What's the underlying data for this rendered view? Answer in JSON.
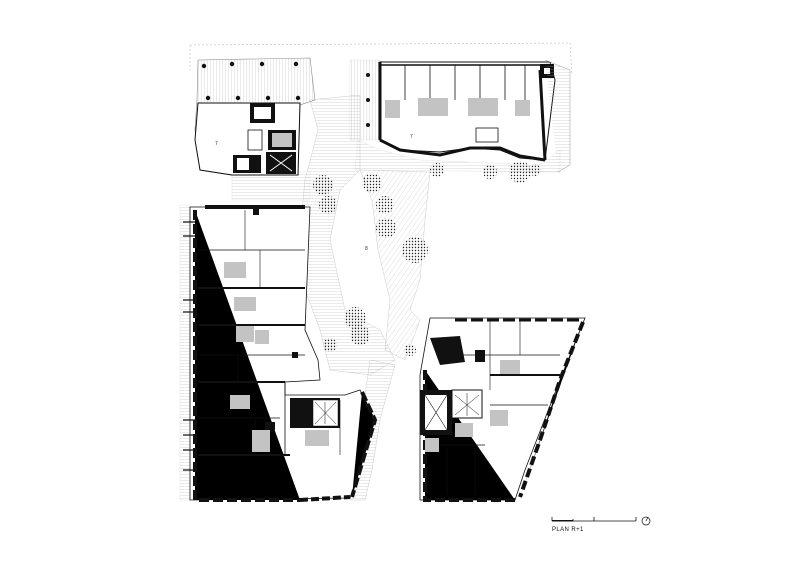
{
  "drawing": {
    "caption": "PLAN R+1",
    "room_labels": [
      "7",
      "7",
      "8"
    ]
  },
  "scale_bar": {
    "ticks": 4
  },
  "north_arrow": {
    "icon": "north-arrow-icon"
  },
  "colors": {
    "wall": "#111111",
    "hatch": "#999999",
    "kitchen": "#bdbdbd",
    "tree": "#222222",
    "paper": "#ffffff"
  }
}
